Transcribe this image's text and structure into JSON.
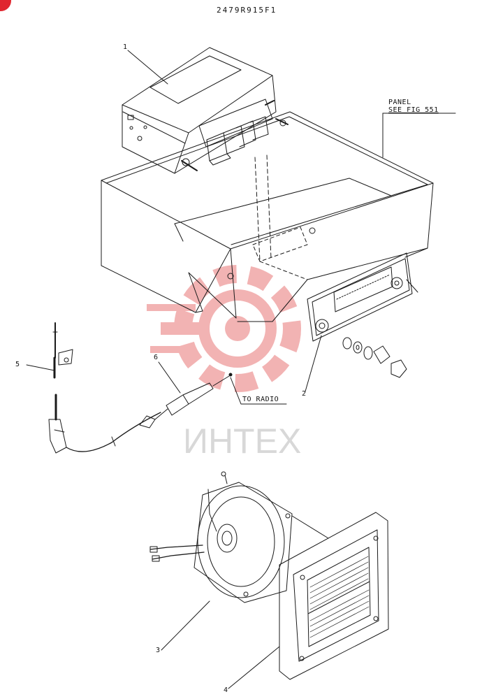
{
  "drawing_number": "2479R915F1",
  "watermark_text": "ИНТЕХ",
  "colors": {
    "line": "#1a1a1a",
    "watermark_red": "#ee9a9a",
    "watermark_text": "#d8d8d8",
    "badge": "#e0262f"
  },
  "callouts": {
    "item_1": "1",
    "item_2": "2",
    "item_3": "3",
    "item_4": "4",
    "item_5": "5",
    "item_6": "6"
  },
  "notes": {
    "panel_line1": "PANEL",
    "panel_line2": "SEE FIG 551",
    "to_radio": "TO RADIO"
  }
}
